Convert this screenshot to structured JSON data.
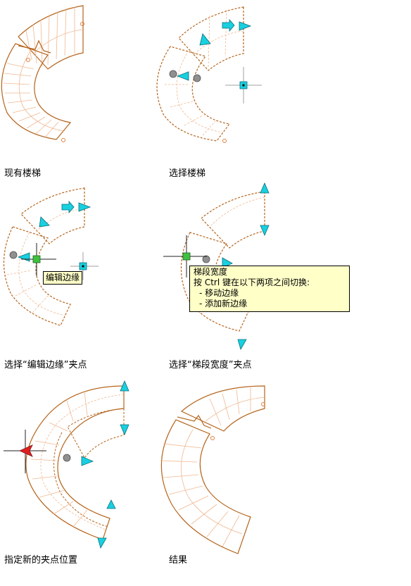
{
  "panels": [
    {
      "caption": "现有楼梯"
    },
    {
      "caption": "选择楼梯"
    },
    {
      "caption": "选择“编辑边缘”夹点",
      "tooltip": "编辑边缘"
    },
    {
      "caption": "选择“梯段宽度”夹点",
      "tooltip": {
        "title": "梯段宽度",
        "line1": "按 Ctrl 键在以下两项之间切换:",
        "opt1": "- 移动边缘",
        "opt2": "- 添加新边缘"
      }
    },
    {
      "caption": "指定新的夹点位置"
    },
    {
      "caption": "结果"
    }
  ],
  "colors": {
    "stair_outline": "#b5651d",
    "stair_light": "#f0b890",
    "grip_arrow": "#18d0e0",
    "grip_square": "#40c040",
    "grip_circle": "#909090",
    "active_grip": "#e02020",
    "tooltip_bg": "#ffffc8"
  }
}
